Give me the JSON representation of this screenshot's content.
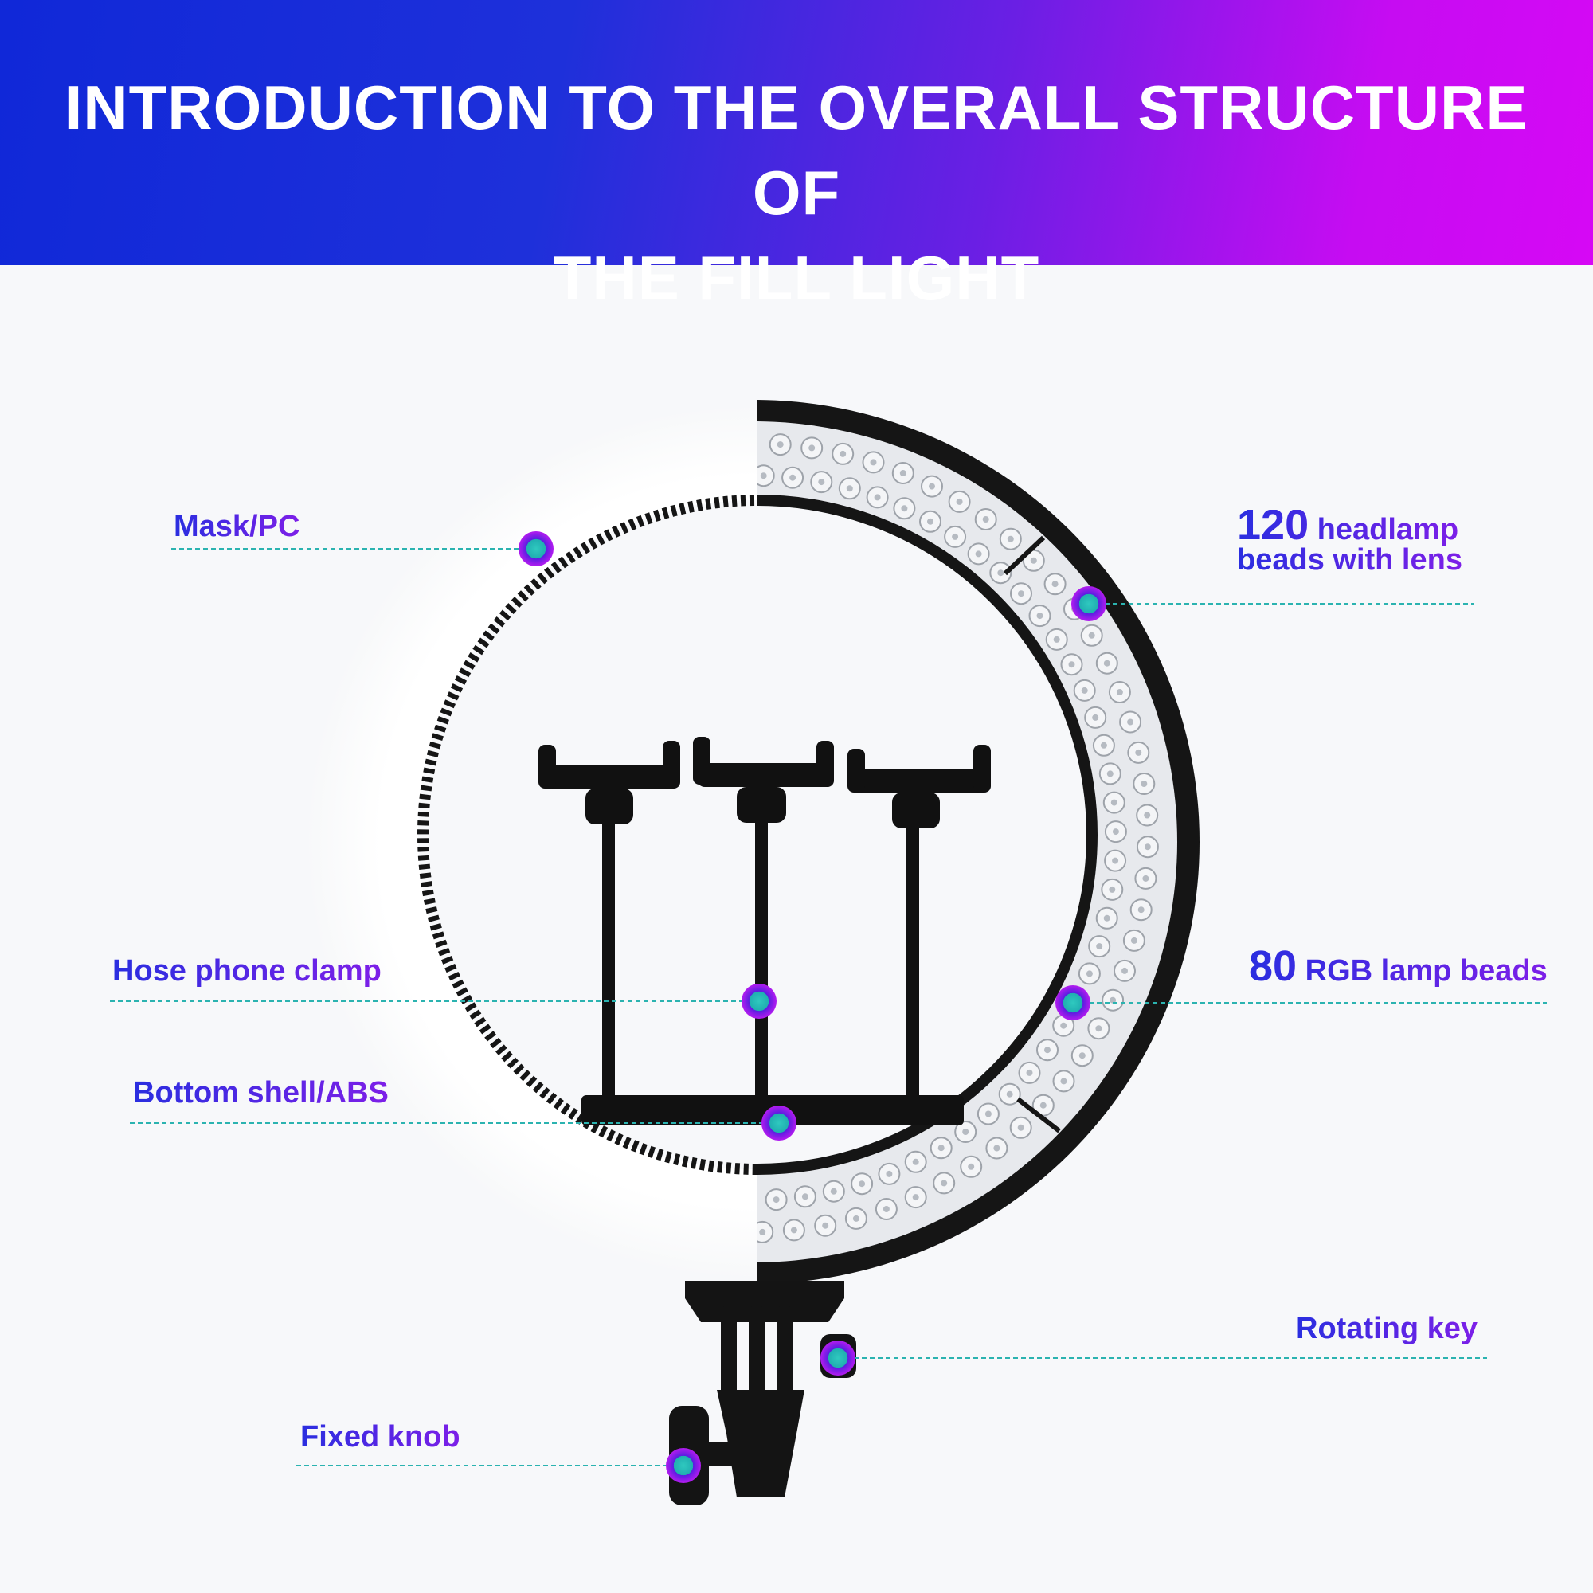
{
  "header": {
    "title_line1": "INTRODUCTION TO THE OVERALL STRUCTURE OF",
    "title_line2": "THE FILL LIGHT"
  },
  "colors": {
    "header_gradient_start": "#1028d8",
    "header_gradient_end": "#d608f5",
    "label_text": "#3328d8",
    "marker_fill": "#23b6b0",
    "marker_ring": "#8a1ef0",
    "leader_line": "#2bb3b0",
    "led_panel": "#e6e8ec",
    "ring_body": "#151515"
  },
  "callouts": {
    "mask": {
      "text": "Mask/PC"
    },
    "headlamp": {
      "number": "120",
      "text": "headlamp",
      "text2": "beads with lens"
    },
    "hose": {
      "text": "Hose phone clamp"
    },
    "rgb": {
      "number": "80",
      "text": "RGB lamp beads"
    },
    "bottom_shell": {
      "text": "Bottom shell/ABS"
    },
    "rotating_key": {
      "text": "Rotating key"
    },
    "fixed_knob": {
      "text": "Fixed knob"
    }
  }
}
